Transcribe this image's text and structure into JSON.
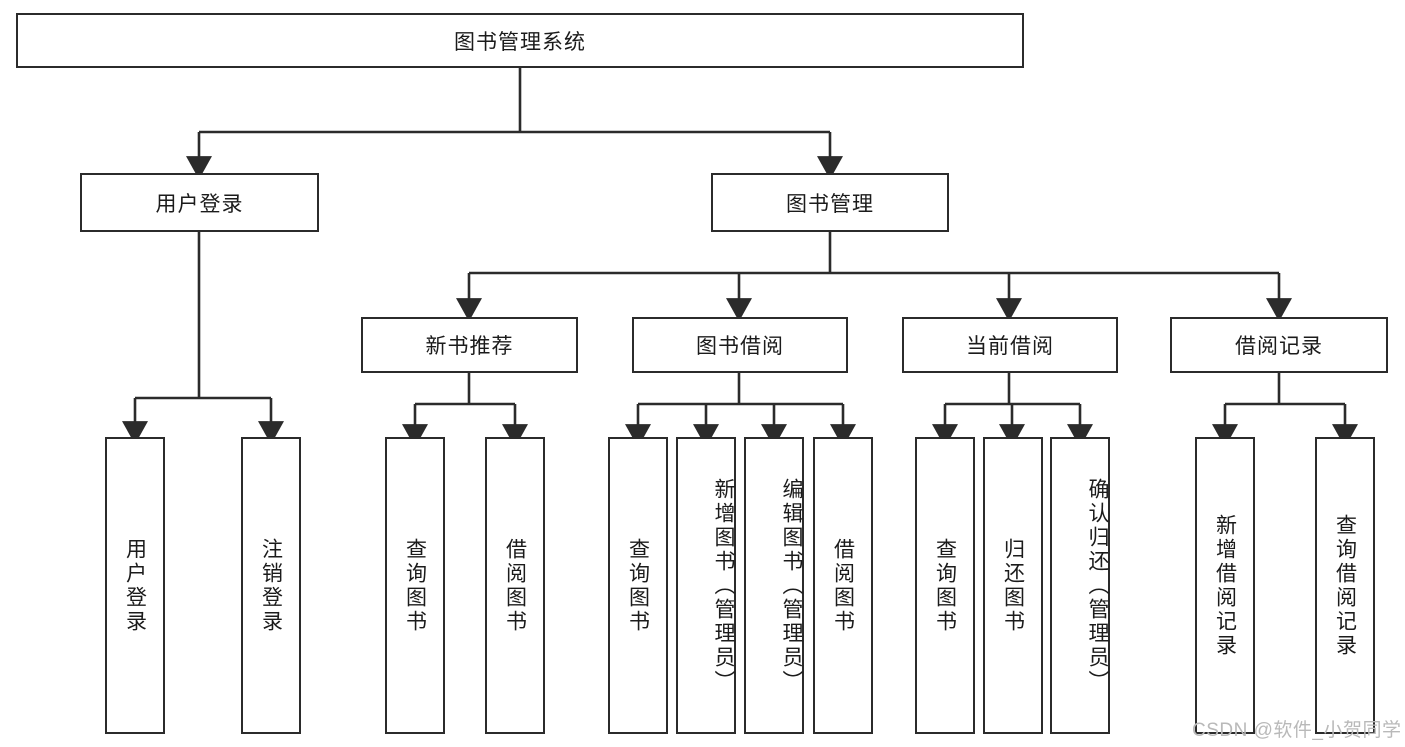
{
  "diagram": {
    "title_node": {
      "label": "图书管理系统"
    },
    "level2": [
      {
        "id": "user-login",
        "label": "用户登录"
      },
      {
        "id": "book-manage",
        "label": "图书管理"
      }
    ],
    "level3": [
      {
        "id": "new-book-recommend",
        "label": "新书推荐"
      },
      {
        "id": "book-borrow",
        "label": "图书借阅"
      },
      {
        "id": "current-borrow",
        "label": "当前借阅"
      },
      {
        "id": "borrow-record",
        "label": "借阅记录"
      }
    ],
    "leaves": {
      "user_login": [
        {
          "id": "leaf-user-login",
          "label": "用户登录"
        },
        {
          "id": "leaf-logout-login",
          "label": "注销登录"
        }
      ],
      "new_book_recommend": [
        {
          "id": "leaf-query-book-1",
          "label": "查询图书"
        },
        {
          "id": "leaf-borrow-book-1",
          "label": "借阅图书"
        }
      ],
      "book_borrow": [
        {
          "id": "leaf-query-book-2",
          "label": "查询图书"
        },
        {
          "id": "leaf-add-book",
          "label": "新增图书（管理员）"
        },
        {
          "id": "leaf-edit-book",
          "label": "编辑图书（管理员）"
        },
        {
          "id": "leaf-borrow-book-2",
          "label": "借阅图书"
        }
      ],
      "current_borrow": [
        {
          "id": "leaf-query-book-3",
          "label": "查询图书"
        },
        {
          "id": "leaf-return-book",
          "label": "归还图书"
        },
        {
          "id": "leaf-confirm-return",
          "label": "确认归还（管理员）"
        }
      ],
      "borrow_record": [
        {
          "id": "leaf-add-record",
          "label": "新增借阅记录"
        },
        {
          "id": "leaf-query-record",
          "label": "查询借阅记录"
        }
      ]
    }
  },
  "watermark": {
    "text": "CSDN @软件_小贺同学"
  },
  "colors": {
    "stroke": "#2b2b2b",
    "fill": "#ffffff",
    "text": "#1b1b1b",
    "watermark": "#b9b9b9"
  }
}
